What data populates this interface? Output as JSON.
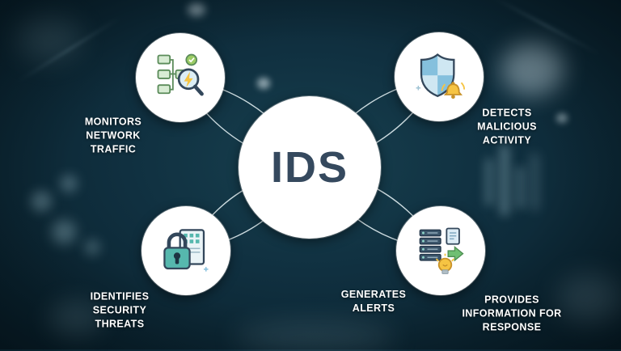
{
  "diagram": {
    "center": {
      "title": "IDS"
    },
    "satellites": [
      {
        "position": "top-left",
        "icon": "network-traffic-icon",
        "label": "MONITORS NETWORK TRAFFIC"
      },
      {
        "position": "top-right",
        "icon": "shield-bell-icon",
        "label": "DETECTS MALICIOUS ACTIVITY"
      },
      {
        "position": "bottom-left",
        "icon": "lock-server-icon",
        "label": "IDENTIFIES SECURITY THREATS"
      },
      {
        "position": "bottom-right",
        "icon": "servers-bulb-arrow-icon",
        "labels": [
          "GENERATES ALERTS",
          "PROVIDES INFORMATION FOR RESPONSE"
        ]
      }
    ],
    "colors": {
      "background": "#103040",
      "node_fill": "#ffffff",
      "connector": "#e6f2f5",
      "title_text": "#35495e",
      "label_text": "#ffffff",
      "icon_green": "#5b8c5a",
      "icon_blue": "#85c0dd",
      "icon_teal": "#56b8ae",
      "icon_yellow": "#f6c443",
      "icon_dark": "#33475b"
    }
  }
}
